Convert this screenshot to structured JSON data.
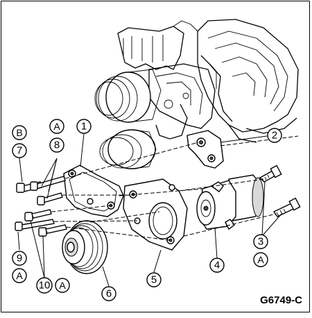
{
  "figure_id": "G6749-C",
  "callouts": {
    "c1": "1",
    "c2": "2",
    "c3": "3",
    "c4": "4",
    "c5": "5",
    "c6": "6",
    "c7": "7",
    "c8": "8",
    "c9": "9",
    "c10": "10"
  },
  "letters": {
    "b_top": "B",
    "a_top": "A",
    "a_right": "A",
    "a_left": "A",
    "a_bottom": "A"
  }
}
